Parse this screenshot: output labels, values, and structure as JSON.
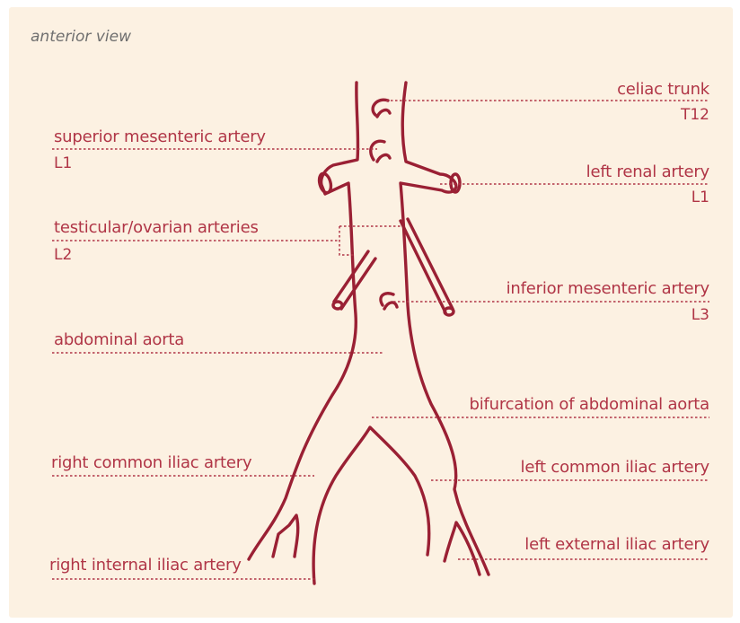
{
  "view_label": "anterior view",
  "labels": {
    "celiac": {
      "name": "celiac trunk",
      "level": "T12"
    },
    "sma": {
      "name": "superior mesenteric artery",
      "level": "L1"
    },
    "left_renal": {
      "name": "left renal artery",
      "level": "L1"
    },
    "gonadal": {
      "name": "testicular/ovarian arteries",
      "level": "L2"
    },
    "ima": {
      "name": "inferior mesenteric artery",
      "level": "L3"
    },
    "abdominal_aorta": {
      "name": "abdominal aorta"
    },
    "bifurcation": {
      "name": "bifurcation of abdominal aorta"
    },
    "right_common_iliac": {
      "name": "right common iliac artery"
    },
    "left_common_iliac": {
      "name": "left common iliac artery"
    },
    "left_external_iliac": {
      "name": "left external iliac artery"
    },
    "right_internal_iliac": {
      "name": "right internal iliac artery"
    }
  },
  "colors": {
    "background": "#fcf1e2",
    "vessel": "#9a2034",
    "label": "#b03546",
    "leader": "#b03546",
    "caption": "#6f6f6f"
  }
}
